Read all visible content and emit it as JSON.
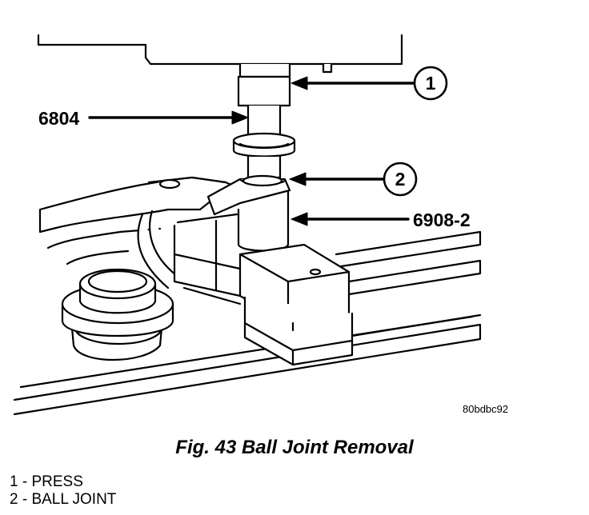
{
  "figure": {
    "callouts": [
      {
        "number": "1"
      },
      {
        "number": "2"
      }
    ],
    "tool_labels": [
      "6804",
      "6908-2"
    ],
    "image_code": "80bdbc92"
  },
  "caption": "Fig. 43 Ball Joint Removal",
  "legend": [
    {
      "text": "1 - PRESS"
    },
    {
      "text": "2 - BALL JOINT"
    }
  ]
}
